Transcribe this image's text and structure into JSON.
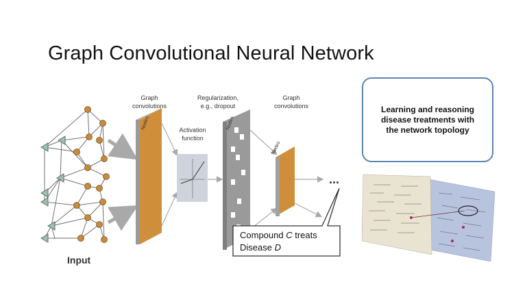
{
  "title": "Graph Convolutional Neural Network",
  "callout": {
    "line1": "Learning and reasoning",
    "line2": "disease treatments with",
    "line3": "the network topology"
  },
  "diagram": {
    "input_label": "Input",
    "graph_conv_1": [
      "Graph",
      "convolutions"
    ],
    "activation": [
      "Activation",
      "function"
    ],
    "regularization": [
      "Regularization,",
      "e.g., dropout"
    ],
    "graph_conv_2": [
      "Graph",
      "convolutions"
    ],
    "nodes_label": "Nodes",
    "ellipsis": "...",
    "output_line1": "Compound ",
    "output_var1": "C",
    "output_line1_end": " treats",
    "output_line2": "Disease ",
    "output_var2": "D"
  },
  "colors": {
    "layer_fill": "#cf8f3a",
    "layer_side": "#b6b6b6",
    "dropout_fill": "#9a9a9a",
    "graph_node": "#c88a3c",
    "graph_triangle": "#9dbfae",
    "arrow": "#a9a9a9",
    "callout_border": "#5b84b1"
  }
}
